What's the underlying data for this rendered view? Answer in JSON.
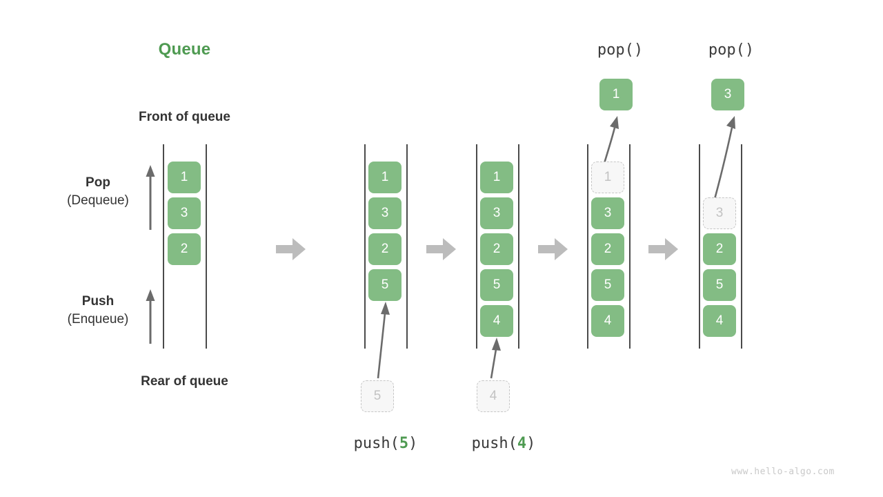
{
  "title": "Queue",
  "labels": {
    "front_of_queue": "Front of queue",
    "rear_of_queue": "Rear of queue",
    "pop_main": "Pop",
    "pop_sub": "(Dequeue)",
    "push_main": "Push",
    "push_sub": "(Enqueue)"
  },
  "colors": {
    "element_fill": "#83bc84",
    "element_text": "#ffffff",
    "title_green": "#4e9a51",
    "ghost_fill": "#f7f7f7",
    "ghost_border": "#c6c6c6",
    "ghost_text": "#c2c2c2",
    "rail": "#4a4a4a",
    "block_arrow": "#bcbcbc",
    "thin_arrow": "#6b6b6b",
    "watermark": "#c9c9c9"
  },
  "stages": [
    {
      "name": "initial-queue",
      "elements": [
        "1",
        "3",
        "2"
      ],
      "ghost_index": null,
      "ghost_value": null,
      "op_label": null,
      "op_arg": null,
      "popped_value": null,
      "incoming_value": null
    },
    {
      "name": "after-push-5",
      "elements": [
        "1",
        "3",
        "2",
        "5"
      ],
      "ghost_index": null,
      "ghost_value": null,
      "op_label": "push(",
      "op_arg": "5",
      "op_label_end": ")",
      "popped_value": null,
      "incoming_value": "5"
    },
    {
      "name": "after-push-4",
      "elements": [
        "1",
        "3",
        "2",
        "5",
        "4"
      ],
      "ghost_index": null,
      "ghost_value": null,
      "op_label": "push(",
      "op_arg": "4",
      "op_label_end": ")",
      "popped_value": null,
      "incoming_value": "4"
    },
    {
      "name": "after-pop-1",
      "elements": [
        "1",
        "3",
        "2",
        "5",
        "4"
      ],
      "ghost_index": 0,
      "ghost_value": "1",
      "op_label": "pop()",
      "op_arg": null,
      "popped_value": "1",
      "incoming_value": null
    },
    {
      "name": "after-pop-3",
      "elements": [
        "3",
        "2",
        "5",
        "4"
      ],
      "ghost_index": 0,
      "ghost_value": "3",
      "op_label": "pop()",
      "op_arg": null,
      "popped_value": "3",
      "incoming_value": null
    }
  ],
  "block_arrows": [
    {
      "name": "transition-1"
    },
    {
      "name": "transition-2"
    },
    {
      "name": "transition-3"
    },
    {
      "name": "transition-4"
    }
  ],
  "watermark": "www.hello-algo.com"
}
